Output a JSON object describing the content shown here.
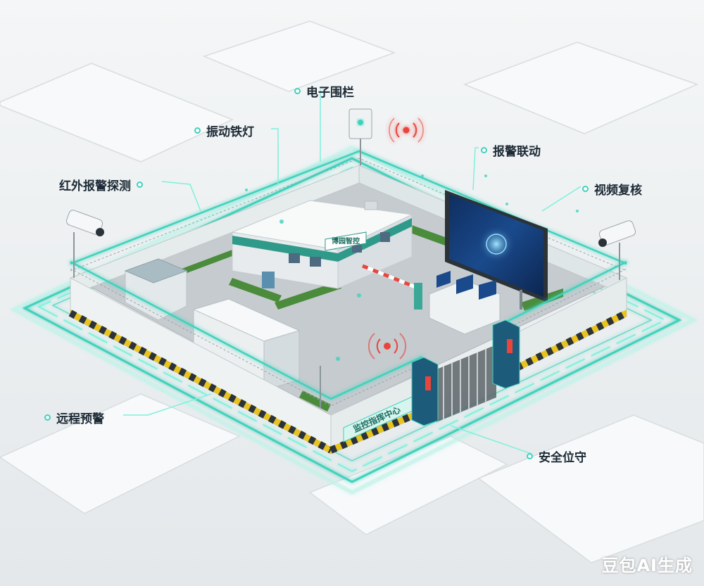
{
  "callouts": {
    "electronic_fence": "电子围栏",
    "vibration_light": "振动铁灯",
    "infrared_alarm": "红外报警探测",
    "alarm_linkage": "报警联动",
    "video_review": "视频复核",
    "remote_warning": "远程预警",
    "safety_guard": "安全位守"
  },
  "building_sign": "博园智控",
  "wall_sign": "监控指挥中心",
  "watermark": "豆包AI生成",
  "colors": {
    "accent": "#3fd2bc",
    "accent_glow": "#7ff0dc",
    "alert": "#e8453c",
    "hazard_yellow": "#e8c21e",
    "screen_blue": "#1a4a8c",
    "text": "#1d2b36"
  }
}
